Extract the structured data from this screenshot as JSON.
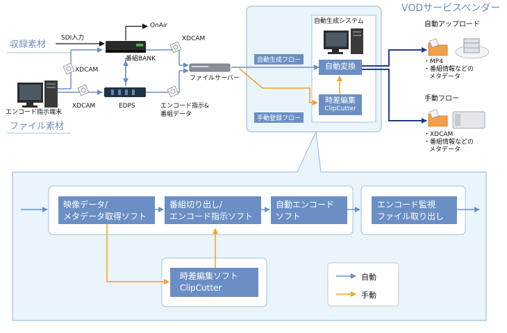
{
  "top": {
    "left_labels": {
      "recorded": "収録素材",
      "file": "ファイル素材"
    },
    "devices": {
      "sdi": "SDI入力",
      "onair": "OnAir",
      "bank": "番組BANK",
      "xdcam_top": "XDCAM",
      "xdcam_mid": "XDCAM",
      "xdcam_bottom": "XDCAM",
      "edps": "EDPS",
      "encode_terminal": "エンコード指示端末",
      "encode_data_1": "エンコード指示&",
      "encode_data_2": "番組データ",
      "file_server": "ファイルサーバー"
    },
    "center": {
      "system_title": "自動生成システム",
      "auto_flow": "自動生成フロー",
      "manual_flow": "手動登録フロー",
      "auto_convert": "自動変換",
      "clip_line1": "時差編集",
      "clip_line2": "ClipCutter"
    },
    "vod": {
      "title": "VODサービスベンダー",
      "auto_upload": "自動アップロード",
      "auto_meta_1": "・MP4",
      "auto_meta_2": "・番組情報などの",
      "auto_meta_3": "メタデータ",
      "manual_flow": "手動フロー",
      "manual_meta_1": "・XDCAM",
      "manual_meta_2": "・番組情報などの",
      "manual_meta_3": "メタデータ"
    }
  },
  "bottom": {
    "step1_line1": "映像データ/",
    "step1_line2": "メタデータ取得ソフト",
    "step2_line1": "番組切り出し/",
    "step2_line2": "エンコード指示ソフト",
    "step3_line1": "自動エンコード",
    "step3_line2": "ソフト",
    "step4_line1": "エンコード監視",
    "step4_line2": "ファイル取り出し",
    "clip_line1": "時差編集ソフト",
    "clip_line2": "ClipCutter"
  },
  "legend": {
    "auto": "自動",
    "manual": "手動"
  },
  "colors": {
    "accent_blue": "#6b8fc4",
    "dark_blue": "#1f3a8a",
    "orange": "#f5a023",
    "panel_fill": "#e9f4fb",
    "panel_border": "#9fc3dc"
  }
}
